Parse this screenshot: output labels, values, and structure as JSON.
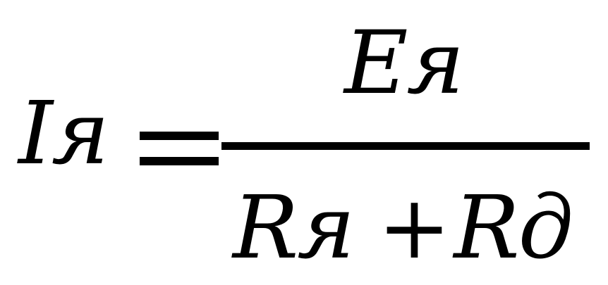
{
  "formula": {
    "lhs": "Iя",
    "numerator": "Eя",
    "denominator_left": "Rя",
    "operator": "+",
    "denominator_right": "Rд"
  }
}
